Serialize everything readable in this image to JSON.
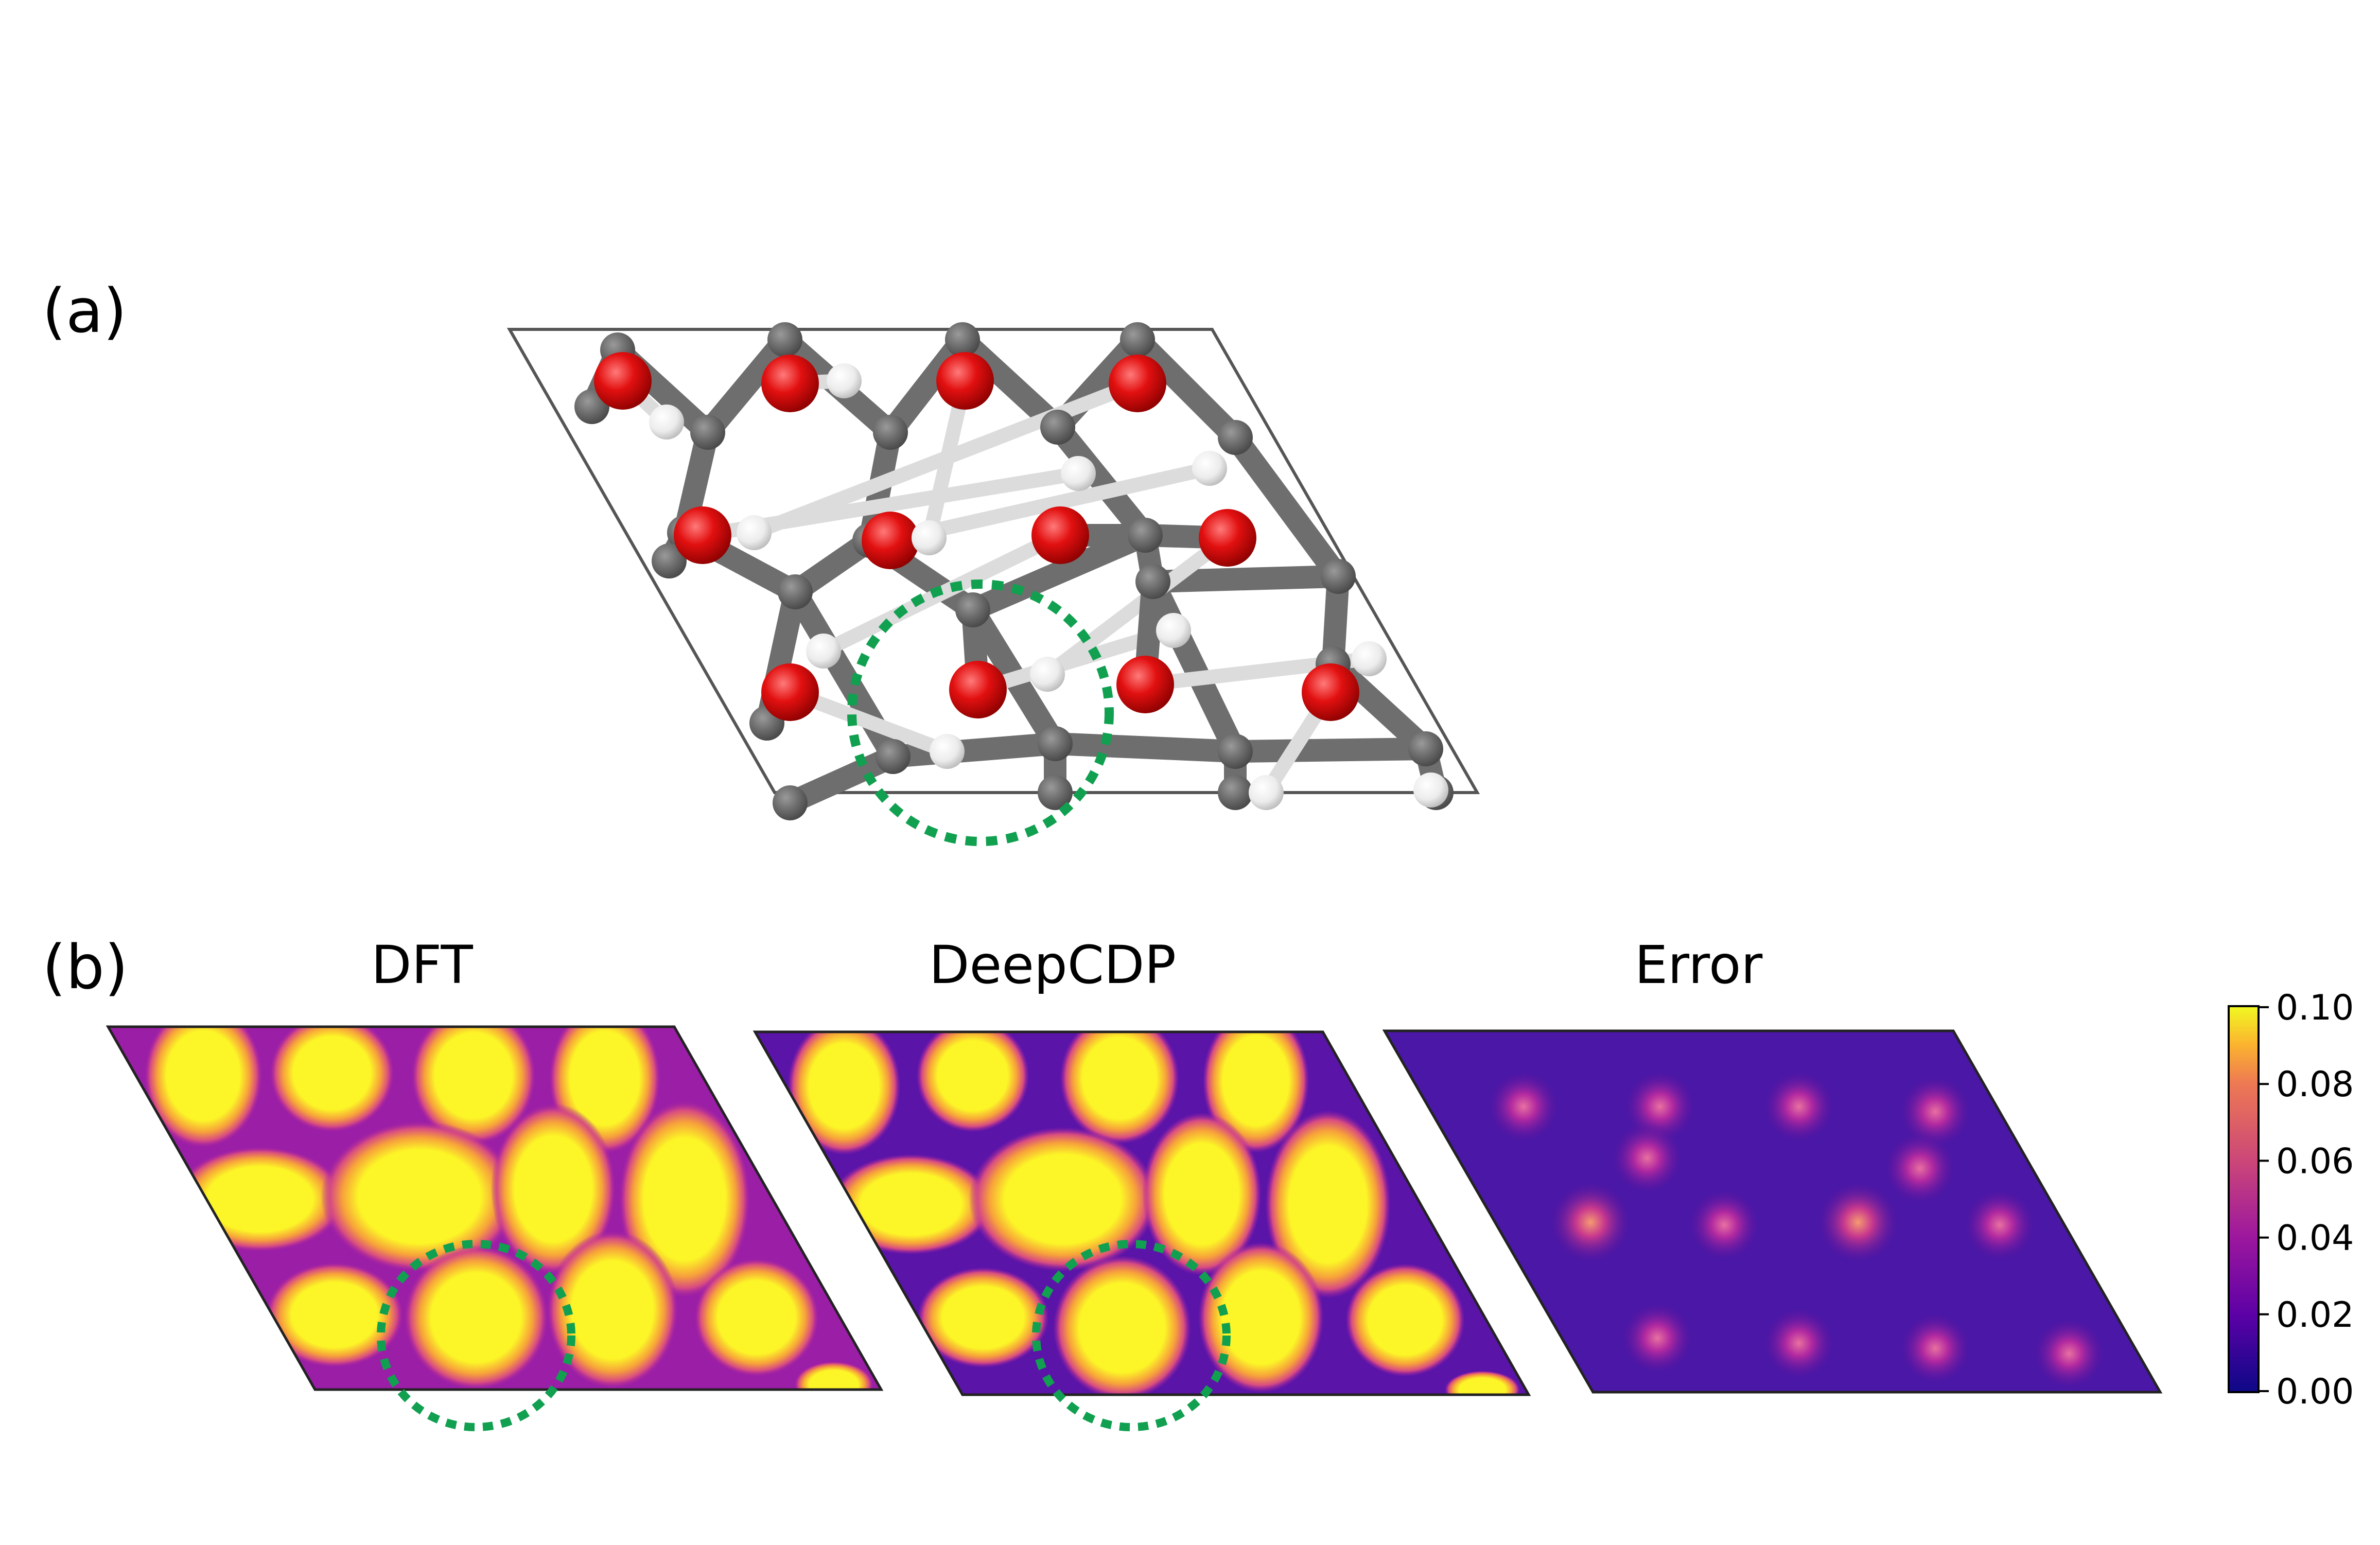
{
  "panel_a": {
    "label": "(a)"
  },
  "panel_b": {
    "label": "(b)",
    "titles": [
      "DFT",
      "DeepCDP",
      "Error"
    ],
    "colorbar": {
      "ticks": [
        "0.10",
        "0.08",
        "0.06",
        "0.04",
        "0.02",
        "0.00"
      ]
    }
  },
  "colors": {
    "carbon": "#6e6e6e",
    "oxygen": "#e21010",
    "hydrogen": "#f4f4f4",
    "highlight": "#10a050",
    "cell_edge": "#555555",
    "plasma_low": "#1b0c82",
    "plasma_mid": "#a21fa6",
    "plasma_high": "#fcf527"
  }
}
